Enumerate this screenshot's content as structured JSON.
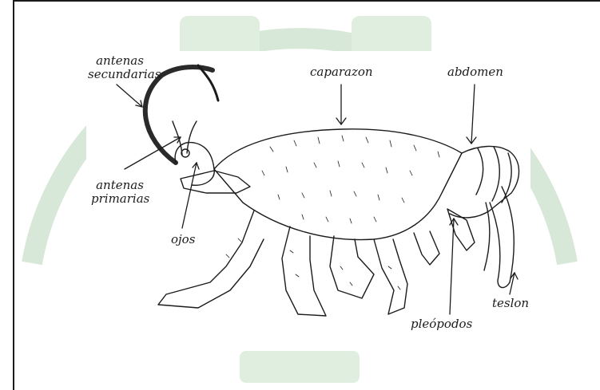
{
  "figure": {
    "labels": {
      "antenas_secundarias": [
        "antenas",
        "secundarias"
      ],
      "caparazon": "caparazon",
      "abdomen": "abdomen",
      "antenas_primarias": [
        "antenas",
        "primarias"
      ],
      "ojos": "ojos",
      "teslon": "teslon",
      "pleopodos": "pleópodos"
    }
  },
  "colors": {
    "ink": "#1b1b1b",
    "watermark": "#d6e6d6",
    "background": "#ffffff"
  }
}
